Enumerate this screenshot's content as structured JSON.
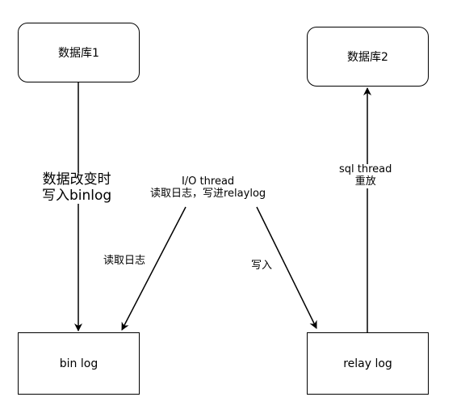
{
  "nodes": {
    "db1": "数据库1",
    "db2": "数据库2",
    "binlog": "bin log",
    "relaylog": "relay log"
  },
  "edges": {
    "change_line1": "数据改变时",
    "change_line2": "写入binlog",
    "io_line1": "I/O thread",
    "io_line2": "读取日志，写进relaylog",
    "read_log": "读取日志",
    "write_in": "写入",
    "sql_line1": "sql thread",
    "sql_line2": "重放"
  }
}
